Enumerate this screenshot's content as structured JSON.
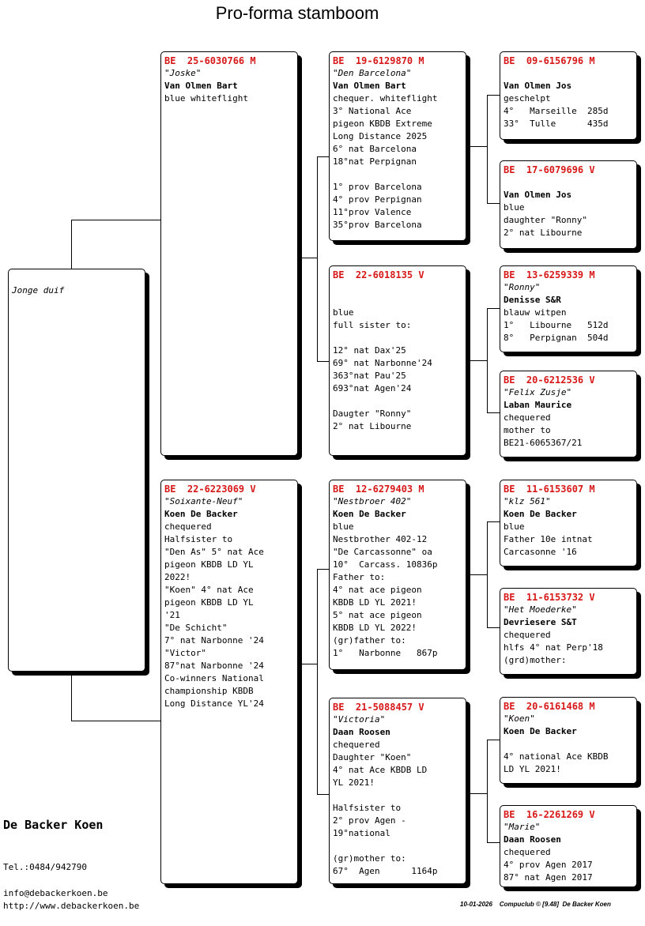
{
  "title": "Pro-forma stamboom",
  "subject": {
    "label": "Jonge duif"
  },
  "pigeons": {
    "sire": {
      "ring": "BE  25-6030766 M",
      "name": "\"Joske\"",
      "owner": "Van Olmen Bart",
      "lines": [
        "blue whiteflight"
      ]
    },
    "dam": {
      "ring": "BE  22-6223069 V",
      "name": "\"Soixante-Neuf\"",
      "owner": "Koen De Backer",
      "lines": [
        "chequered",
        "Halfsister to",
        "\"Den As\" 5° nat Ace",
        "pigeon KBDB LD YL",
        "2022!",
        "\"Koen\" 4° nat Ace",
        "pigeon KBDB LD YL",
        "'21",
        "\"De Schicht\"",
        "7° nat Narbonne '24",
        "\"Victor\"",
        "87°nat Narbonne '24",
        "Co-winners National",
        "championship KBDB",
        "Long Distance YL'24"
      ]
    },
    "ss": {
      "ring": "BE  19-6129870 M",
      "name": "\"Den Barcelona\"",
      "owner": "Van Olmen Bart",
      "lines": [
        "chequer. whiteflight",
        "3° National Ace",
        "pigeon KBDB Extreme",
        "Long Distance 2025",
        "6° nat Barcelona",
        "18°nat Perpignan",
        "",
        "1° prov Barcelona",
        "4° prov Perpignan",
        "11°prov Valence",
        "35°prov Barcelona"
      ]
    },
    "sd": {
      "ring": "BE  22-6018135 V",
      "name": "",
      "owner": "",
      "lines": [
        "blue",
        "full sister to:",
        "",
        "12° nat Dax'25",
        "69° nat Narbonne'24",
        "363°nat Pau'25",
        "693°nat Agen'24",
        "",
        "Daugter \"Ronny\"",
        "2° nat Libourne"
      ]
    },
    "ds": {
      "ring": "BE  12-6279403 M",
      "name": "\"Nestbroer 402\"",
      "owner": "Koen De Backer",
      "lines": [
        "blue",
        "Nestbrother 402-12",
        "\"De Carcassonne\" oa",
        "10°  Carcass. 10836p",
        "Father to:",
        "4° nat ace pigeon",
        "KBDB LD YL 2021!",
        "5° nat ace pigeon",
        "KBDB LD YL 2022!",
        "(gr)father to:",
        "1°   Narbonne   867p"
      ]
    },
    "dd": {
      "ring": "BE  21-5088457 V",
      "name": "\"Victoria\"",
      "owner": "Daan Roosen",
      "lines": [
        "chequered",
        "Daughter \"Koen\"",
        "4° nat Ace KBDB LD",
        "YL 2021!",
        "",
        "Halfsister to",
        "2° prov Agen -",
        "19°national",
        "",
        "(gr)mother to:",
        "67°  Agen      1164p"
      ]
    },
    "sss": {
      "ring": "BE  09-6156796 M",
      "name": "",
      "owner": "Van Olmen Jos",
      "lines": [
        "geschelpt",
        "4°   Marseille  285d",
        "33°  Tulle      435d"
      ]
    },
    "ssd": {
      "ring": "BE  17-6079696 V",
      "name": "",
      "owner": "Van Olmen Jos",
      "lines": [
        "blue",
        "daughter \"Ronny\"",
        "2° nat Libourne"
      ]
    },
    "sds": {
      "ring": "BE  13-6259339 M",
      "name": "\"Ronny\"",
      "owner": "Denisse S&R",
      "lines": [
        "blauw witpen",
        "1°   Libourne   512d",
        "8°   Perpignan  504d"
      ]
    },
    "sdd": {
      "ring": "BE  20-6212536 V",
      "name": "\"Felix Zusje\"",
      "owner": "Laban Maurice",
      "lines": [
        "chequered",
        "mother to",
        "BE21-6065367/21"
      ]
    },
    "dss": {
      "ring": "BE  11-6153607 M",
      "name": "\"klz 561\"",
      "owner": "Koen De Backer",
      "lines": [
        "blue",
        "Father 10e intnat",
        "Carcasonne '16"
      ]
    },
    "dsd": {
      "ring": "BE  11-6153732 V",
      "name": "\"Het Moederke\"",
      "owner": "Devriesere S&T",
      "lines": [
        "chequered",
        "hlfs 4° nat Perp'18",
        "(grd)mother:"
      ]
    },
    "dds": {
      "ring": "BE  20-6161468 M",
      "name": "\"Koen\"",
      "owner": "Koen De Backer",
      "lines": [
        "",
        "4° national Ace KBDB",
        "LD YL 2021!"
      ]
    },
    "ddd": {
      "ring": "BE  16-2261269 V",
      "name": "\"Marie\"",
      "owner": "Daan Roosen",
      "lines": [
        "chequered",
        "4° prov Agen 2017",
        "87° nat Agen 2017"
      ]
    }
  },
  "breeder": {
    "name": "De Backer Koen",
    "phone": "Tel.:0484/942790",
    "email": "info@debackerkoen.be",
    "website": "http://www.debackerkoen.be"
  },
  "footer": {
    "date": "10-01-2026",
    "software": "Compuclub © [9.48]",
    "owner": "De Backer Koen"
  }
}
